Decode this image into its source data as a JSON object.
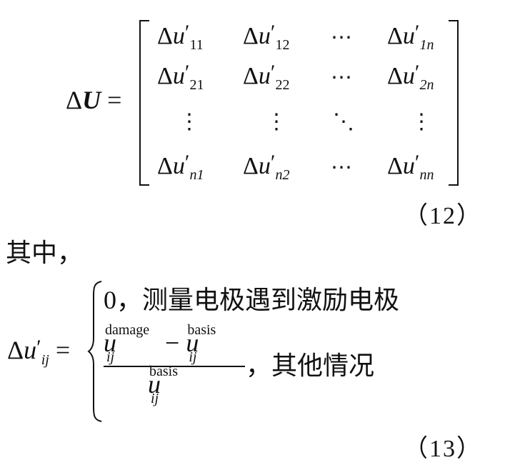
{
  "eq12": {
    "lhs_delta": "Δ",
    "lhs_symbol": "U",
    "equals": "=",
    "cells": [
      {
        "delta": "Δ",
        "var": "u",
        "prime": "′",
        "sub": "11"
      },
      {
        "delta": "Δ",
        "var": "u",
        "prime": "′",
        "sub": "12"
      },
      {
        "delta": "Δ",
        "var": "u",
        "prime": "′",
        "sub": "1n"
      },
      {
        "delta": "Δ",
        "var": "u",
        "prime": "′",
        "sub": "21"
      },
      {
        "delta": "Δ",
        "var": "u",
        "prime": "′",
        "sub": "22"
      },
      {
        "delta": "Δ",
        "var": "u",
        "prime": "′",
        "sub": "2n"
      },
      {
        "delta": "Δ",
        "var": "u",
        "prime": "′",
        "sub": "n1"
      },
      {
        "delta": "Δ",
        "var": "u",
        "prime": "′",
        "sub": "n2"
      },
      {
        "delta": "Δ",
        "var": "u",
        "prime": "′",
        "sub": "nn"
      }
    ],
    "hdots": "⋯",
    "vdots": "⋮",
    "ddots": "⋱",
    "number": "（12）"
  },
  "where_text": "其中，",
  "eq13": {
    "lhs_delta": "Δ",
    "lhs_var": "u",
    "lhs_prime": "′",
    "lhs_sub": "ij",
    "equals": "=",
    "case1": "0，测量电极遇到激励电极",
    "u_var": "u",
    "sup_damage": "damage",
    "sup_basis": "basis",
    "sub_ij": "ij",
    "minus": "−",
    "case2_text": "，其他情况",
    "number": "（13）"
  }
}
